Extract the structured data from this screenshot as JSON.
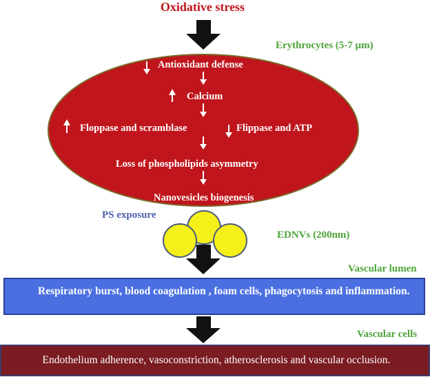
{
  "header": {
    "title": "Oxidative stress"
  },
  "erythrocyte": {
    "label": "Erythrocytes  (5-7 µm)",
    "steps": {
      "antioxidant": "Antioxidant  defense",
      "calcium": "Calcium",
      "floppase": "Floppase and scramblase",
      "flippase": "Flippase and ATP",
      "loss": "Loss of phospholipids  asymmetry",
      "nanovesicles": "Nanovesicles biogenesis"
    }
  },
  "ps_label": "PS exposure",
  "ednv_label": "EDNVs (200nm)",
  "vascular_lumen": {
    "label": "Vascular lumen",
    "text": "Respiratory  burst,  blood coagulation ,  foam cells, phagocytosis   and inflammation."
  },
  "vascular_cells": {
    "label": "Vascular cells",
    "text": "Endothelium adherence, vasoconstriction, atherosclerosis  and vascular occlusion."
  },
  "colors": {
    "title": "#c0151c",
    "cell": "#c0151c",
    "label_green": "#4ea43a",
    "label_blue": "#4a5fb0",
    "box_lumen": "#4a6fe0",
    "box_cells": "#7a1c22",
    "vesicle": "#f5ef1a"
  }
}
